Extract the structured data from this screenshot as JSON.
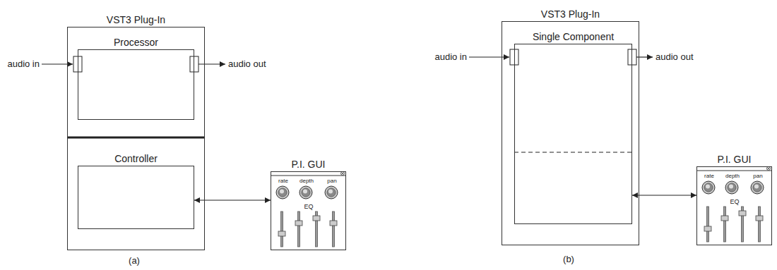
{
  "diagram": {
    "nodes": [
      {
        "text": [
          "VST3 Plug-In"
        ]
      },
      {
        "text": [
          "Processor"
        ],
        "in": 0
      },
      {
        "text": [
          "Controller"
        ],
        "in": 0
      },
      {
        "text": [
          "P.I. GUI",
          "rate",
          "depth",
          "pan",
          "EQ"
        ]
      },
      {
        "text": [
          "VST3 Plug-In"
        ]
      },
      {
        "text": [
          "Single Component"
        ],
        "in": 4
      },
      {
        "text": [
          "P.I. GUI",
          "rate",
          "depth",
          "pan",
          "EQ"
        ]
      }
    ],
    "edges": [
      {
        "from": 2,
        "to": 3,
        "arrow": "both"
      },
      {
        "from": 5,
        "to": 6,
        "arrow": "both"
      }
    ],
    "labels": [
      "audio in",
      "audio out",
      "(a)",
      "audio in",
      "audio out",
      "(b)"
    ]
  }
}
